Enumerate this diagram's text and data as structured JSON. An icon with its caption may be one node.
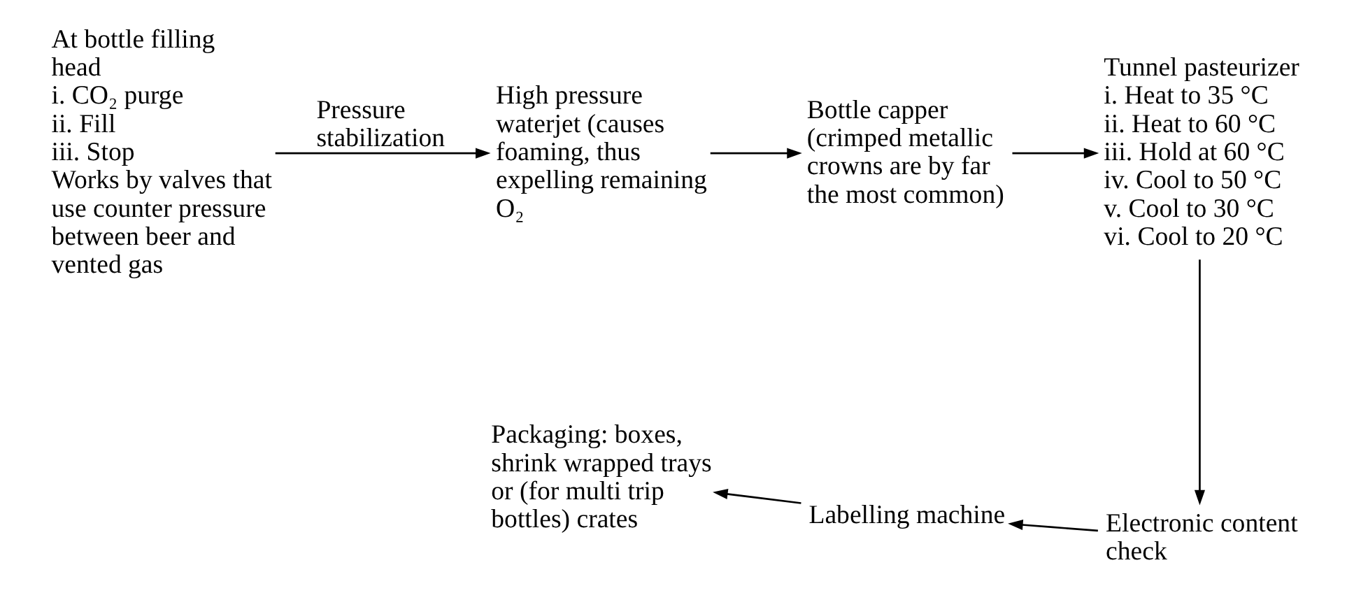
{
  "diagram": {
    "nodes": [
      {
        "text": [
          "At bottle filling head",
          "i. CO₂ purge",
          "ii. Fill",
          "iii. Stop",
          "Works by valves that use counter pressure between beer and vented gas"
        ]
      },
      {
        "text": [
          "High pressure waterjet (causes foaming, thus expelling remaining O₂"
        ]
      },
      {
        "text": [
          "Bottle capper (crimped metallic crowns are by far the most common)"
        ]
      },
      {
        "text": [
          "Tunnel pasteurizer",
          "i. Heat to 35 °C",
          "ii. Heat to 60 °C",
          "iii. Hold at 60 °C",
          "iv. Cool to 50 °C",
          "v. Cool to 30 °C",
          "vi. Cool to 20 °C"
        ]
      },
      {
        "text": [
          "Electronic content check"
        ]
      },
      {
        "text": [
          "Labelling machine"
        ]
      },
      {
        "text": [
          "Packaging: boxes, shrink wrapped trays or (for multi trip bottles) crates"
        ]
      }
    ],
    "edges": [
      {
        "from": 0,
        "to": 1,
        "arrow": "to",
        "label": "Pressure stabilization"
      },
      {
        "from": 1,
        "to": 2,
        "arrow": "to"
      },
      {
        "from": 2,
        "to": 3,
        "arrow": "to"
      },
      {
        "from": 3,
        "to": 4,
        "arrow": "to"
      },
      {
        "from": 4,
        "to": 5,
        "arrow": "to"
      },
      {
        "from": 5,
        "to": 6,
        "arrow": "to"
      }
    ]
  }
}
